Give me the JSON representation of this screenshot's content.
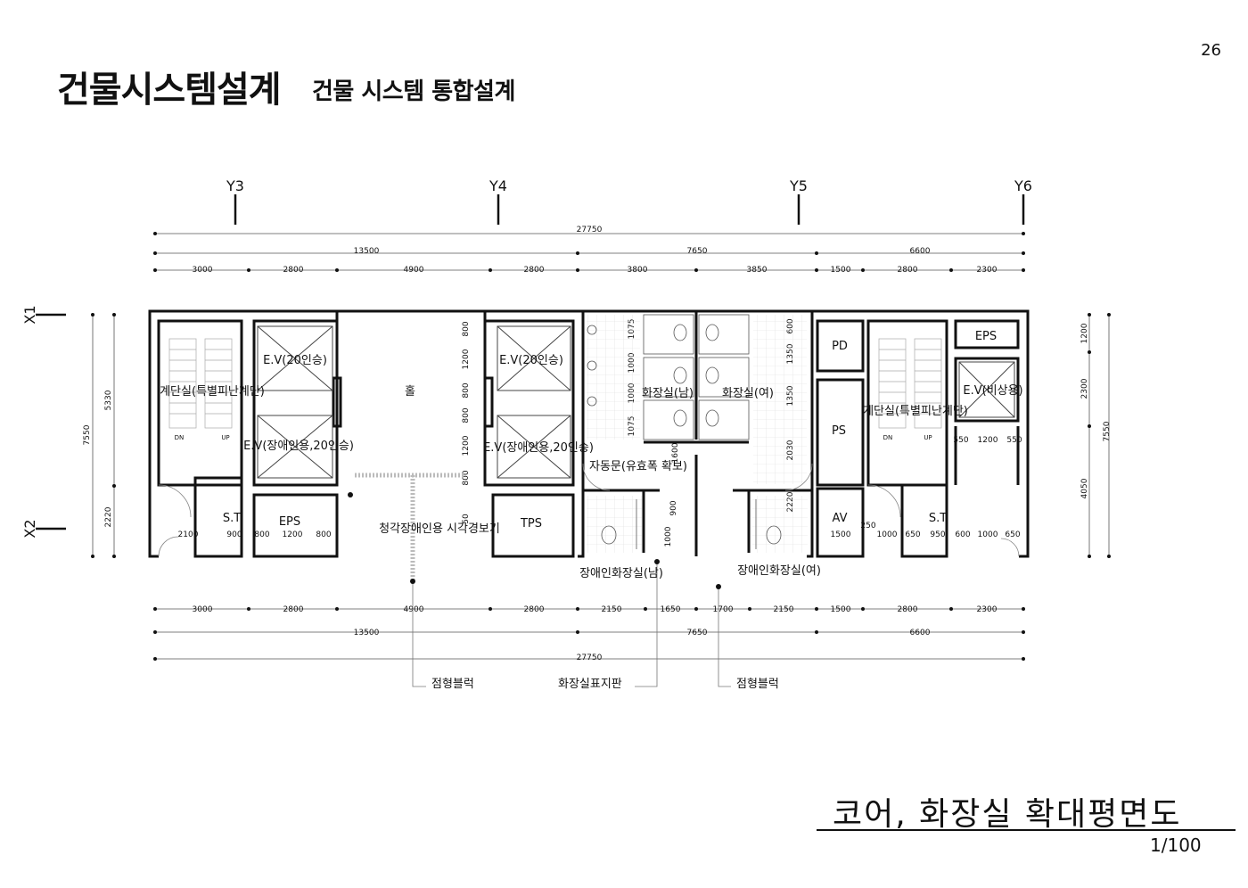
{
  "page_number": "26",
  "title": "건물시스템설계",
  "subtitle": "건물 시스템 통합설계",
  "drawing_title": "코어, 화장실 확대평면도",
  "scale": "1/100",
  "grid": {
    "columns": [
      "Y3",
      "Y4",
      "Y5",
      "Y6"
    ],
    "rows": [
      "X1",
      "X2"
    ]
  },
  "dimensions": {
    "top_total": "27750",
    "top_groups": [
      "13500",
      "7650",
      "6600"
    ],
    "top_spans": [
      "3000",
      "2800",
      "4900",
      "2800",
      "3800",
      "3850",
      "1500",
      "2800",
      "2300"
    ],
    "bottom_spans": [
      "3000",
      "2800",
      "4900",
      "2800",
      "2150",
      "1650",
      "1700",
      "2150",
      "1500",
      "2800",
      "2300"
    ],
    "bottom_groups": [
      "13500",
      "7650",
      "6600"
    ],
    "bottom_total": "27750",
    "left_total": "7550",
    "left_spans": [
      "5330",
      "2220"
    ],
    "right_spans": [
      "1200",
      "2300",
      "4050"
    ],
    "right_total": "7550",
    "left_bottom_row": [
      "2100",
      "900",
      "800",
      "1200",
      "800"
    ],
    "right_bottom_row": [
      "1500",
      "1000",
      "650",
      "950",
      "600",
      "1000",
      "650"
    ],
    "ev_emerg_row": [
      "550",
      "1200",
      "550"
    ],
    "ev_shaft_vertical": [
      "800",
      "1200",
      "800",
      "800",
      "1200",
      "800",
      "50"
    ],
    "toilet_m_vertical": [
      "1075",
      "1000",
      "1000",
      "1075"
    ],
    "toilet_w_vertical": [
      "600",
      "1350",
      "1350",
      "2030",
      "2220"
    ],
    "misc": [
      "1600",
      "900",
      "1000",
      "250"
    ]
  },
  "rooms": {
    "stair_left": "계단실(특별피난계단)",
    "stair_right": "계단실(특별피난계단)",
    "ev_20_left": "E.V(20인승)",
    "ev_accessible_left": "E.V(장애인용,20인승)",
    "hall": "홀",
    "ev_20_right": "E.V(20인승)",
    "ev_accessible_right": "E.V(장애인용,20인승)",
    "toilet_men": "화장실(남)",
    "toilet_women": "화장실(여)",
    "pd": "PD",
    "ps": "PS",
    "eps_top": "EPS",
    "ev_emergency": "E.V(비상용)",
    "st_left": "S.T",
    "eps_left": "EPS",
    "tps": "TPS",
    "av": "AV",
    "st_right": "S.T",
    "auto_door": "자동문(유효폭 확보)",
    "acc_toilet_men": "장애인화장실(남)",
    "acc_toilet_women": "장애인화장실(여)",
    "alarm": "청각장애인용 시각경보기"
  },
  "stair_marks": [
    "DN",
    "UP",
    "DN",
    "UP"
  ],
  "callouts": [
    "점형블럭",
    "화장실표지판",
    "점형블럭"
  ]
}
